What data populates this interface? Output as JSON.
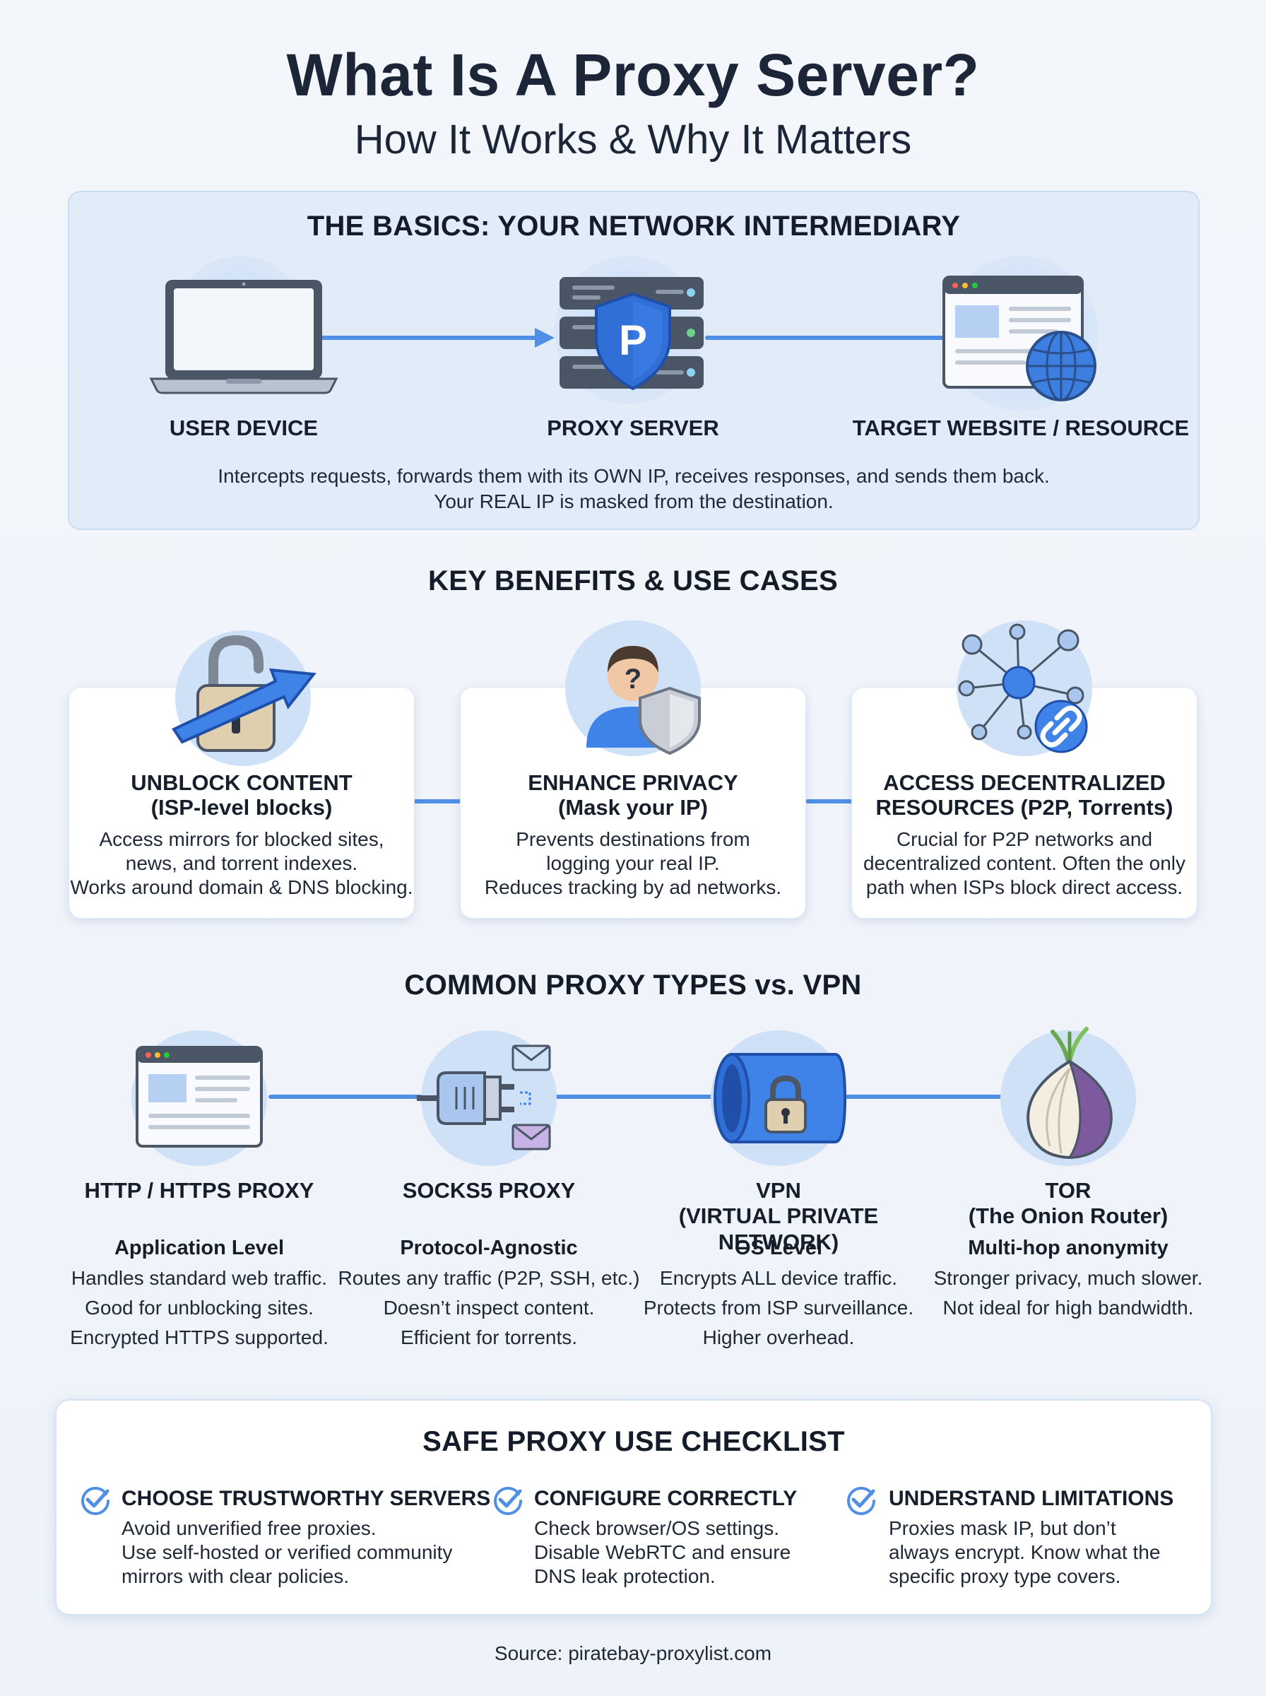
{
  "header": {
    "title": "What Is A Proxy Server?",
    "subtitle": "How It Works & Why It Matters"
  },
  "basics": {
    "heading": "THE BASICS: YOUR NETWORK INTERMEDIARY",
    "nodes": [
      {
        "label": "USER DEVICE",
        "icon": "laptop-icon"
      },
      {
        "label": "PROXY SERVER",
        "icon": "server-shield-icon",
        "badge": "P"
      },
      {
        "label": "TARGET WEBSITE / RESOURCE",
        "icon": "website-globe-icon"
      }
    ],
    "description_line1": "Intercepts requests, forwards them with its OWN IP, receives responses, and sends them back.",
    "description_line2": "Your REAL IP is masked from the destination."
  },
  "benefits": {
    "heading": "KEY BENEFITS & USE CASES",
    "cards": [
      {
        "title_line1": "UNBLOCK CONTENT",
        "title_line2": "(ISP-level blocks)",
        "desc": [
          "Access mirrors for blocked sites,",
          "news, and torrent indexes.",
          "Works around domain & DNS blocking."
        ],
        "icon": "unlocked-padlock-arrow-icon"
      },
      {
        "title_line1": "ENHANCE PRIVACY",
        "title_line2": "(Mask your IP)",
        "desc": [
          "Prevents destinations from",
          "logging your real IP.",
          "Reduces tracking by ad networks."
        ],
        "icon": "anonymous-user-shield-icon",
        "badge": "?"
      },
      {
        "title_line1": "ACCESS DECENTRALIZED",
        "title_line2": "RESOURCES (P2P, Torrents)",
        "desc": [
          "Crucial for P2P networks and",
          "decentralized content. Often the only",
          "path when ISPs block direct access."
        ],
        "icon": "network-link-icon"
      }
    ]
  },
  "types": {
    "heading": "COMMON PROXY TYPES vs. VPN",
    "items": [
      {
        "label_line1": "HTTP / HTTPS PROXY",
        "label_line2": "",
        "level": "Application Level",
        "desc": [
          "Handles standard web traffic.",
          "Good for unblocking sites.",
          "Encrypted HTTPS supported."
        ],
        "icon": "browser-window-icon"
      },
      {
        "label_line1": "SOCKS5 PROXY",
        "label_line2": "",
        "level": "Protocol-Agnostic",
        "desc": [
          "Routes any traffic (P2P, SSH, etc.)",
          "Doesn’t inspect content.",
          "Efficient for torrents."
        ],
        "icon": "plug-mail-icon"
      },
      {
        "label_line1": "VPN",
        "label_line2": "(VIRTUAL PRIVATE NETWORK)",
        "level": "OS Level",
        "desc": [
          "Encrypts ALL device traffic.",
          "Protects from ISP surveillance.",
          "Higher overhead."
        ],
        "icon": "tunnel-lock-icon"
      },
      {
        "label_line1": "TOR",
        "label_line2": "(The Onion Router)",
        "level": "Multi-hop anonymity",
        "desc": [
          "Stronger privacy, much slower.",
          "Not ideal for high bandwidth."
        ],
        "icon": "onion-icon"
      }
    ]
  },
  "checklist": {
    "heading": "SAFE PROXY USE CHECKLIST",
    "items": [
      {
        "title": "CHOOSE TRUSTWORTHY SERVERS",
        "desc": [
          "Avoid unverified free proxies.",
          "Use self-hosted or verified community",
          "mirrors with clear policies."
        ]
      },
      {
        "title": "CONFIGURE CORRECTLY",
        "desc": [
          "Check browser/OS settings.",
          "Disable WebRTC and ensure",
          "DNS leak protection."
        ]
      },
      {
        "title": "UNDERSTAND LIMITATIONS",
        "desc": [
          "Proxies mask IP, but don’t",
          "always encrypt. Know what the",
          "specific proxy type covers."
        ]
      }
    ]
  },
  "footer": {
    "source": "Source: piratebay-proxylist.com"
  },
  "colors": {
    "accent": "#4f8fe6",
    "dark": "#1c2638",
    "panel": "#e2ecf9",
    "shield": "#2f6fd6"
  }
}
